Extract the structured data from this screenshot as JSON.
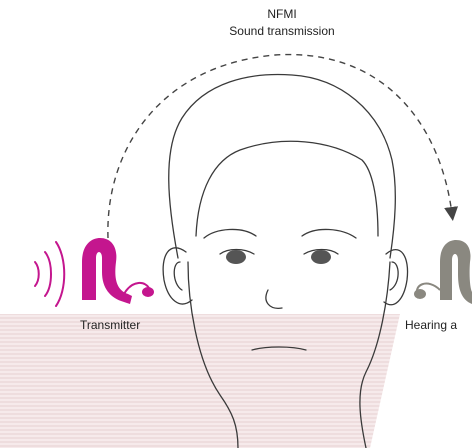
{
  "title": {
    "line1": "NFMI",
    "line2": "Sound transmission"
  },
  "labels": {
    "transmitter": "Transmitter",
    "receiver": "Hearing a"
  },
  "colors": {
    "transmitter": "#c4168e",
    "receiver": "#8a8880",
    "line": "#3a3a3a",
    "arrow": "#444444",
    "shading": "#e8cfd1"
  },
  "icons": {
    "sound_waves": "sound-waves-icon",
    "transmitter_device": "hearing-aid-transmitter-icon",
    "receiver_device": "hearing-aid-receiver-icon",
    "head": "head-illustration"
  }
}
